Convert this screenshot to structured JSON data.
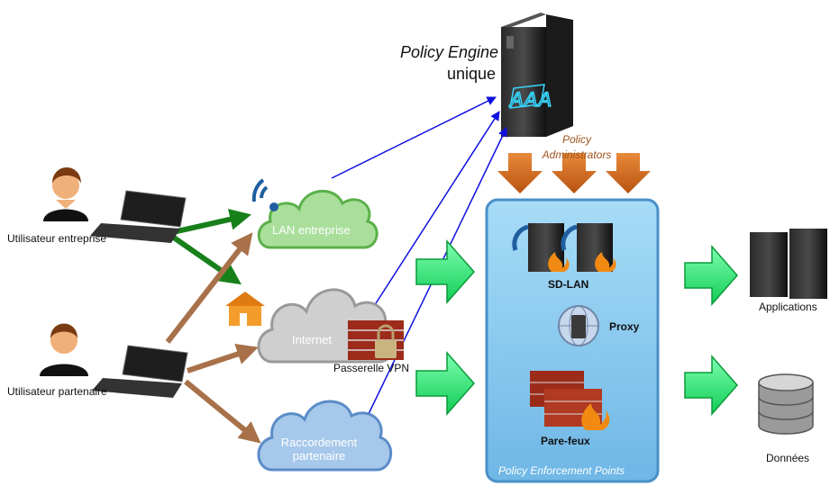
{
  "engine": {
    "title": "Policy Engine",
    "subtitle": "unique",
    "label": "AAA"
  },
  "administrators": {
    "line1": "Policy",
    "line2": "Administrators"
  },
  "users": {
    "enterprise": "Utilisateur entreprise",
    "partner": "Utilisateur partenaire"
  },
  "clouds": {
    "lan": "LAN entreprise",
    "internet": "Internet",
    "partner_line1": "Raccordement",
    "partner_line2": "partenaire"
  },
  "gateway": "Passerelle VPN",
  "pep": {
    "sdlan": "SD-LAN",
    "proxy": "Proxy",
    "firewall": "Pare-feux",
    "title": "Policy Enforcement Points"
  },
  "resources": {
    "applications": "Applications",
    "data": "Données"
  },
  "colors": {
    "green_arrow": "#17801a",
    "brown_arrow": "#a8714a",
    "blue_line": "#1010e0",
    "orange_arrow": "#d2691e",
    "neon_arrow": "#22ee66",
    "pep_fill": "#8ccbf0",
    "pep_border": "#4a90c8"
  }
}
